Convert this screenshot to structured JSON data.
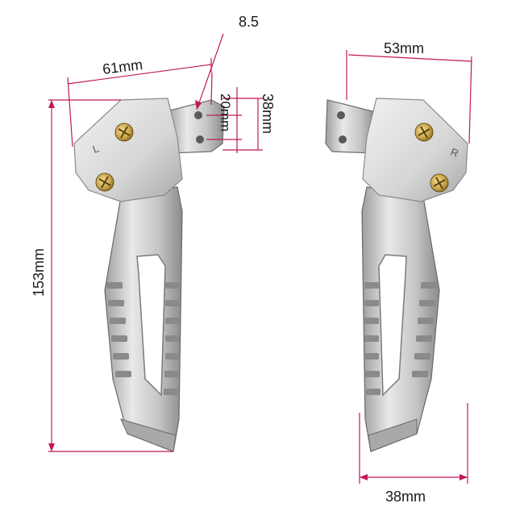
{
  "dimensions": {
    "top_left_width": "61mm",
    "bolt_offset": "8.5",
    "bracket_hole_spacing": "20mm",
    "bracket_height": "38mm",
    "top_right_width": "53mm",
    "total_height": "153mm",
    "peg_width": "38mm"
  },
  "side_marks": {
    "left": "L",
    "right": "R"
  },
  "colors": {
    "dimension_line": "#c2185b",
    "metal_light": "#e6e6e6",
    "metal_mid": "#bdbdbd",
    "metal_dark": "#7d7d7d",
    "brass": "#c9a44a"
  }
}
